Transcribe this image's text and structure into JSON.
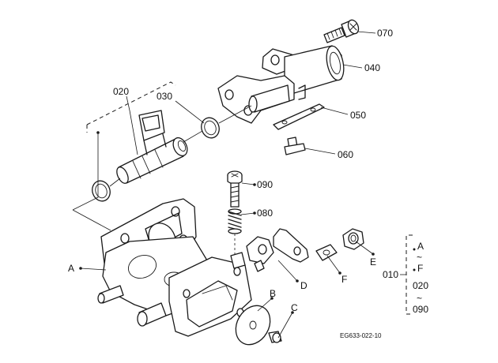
{
  "parts": {
    "p070": "070",
    "p040": "040",
    "p050": "050",
    "p060": "060",
    "p020": "020",
    "p030": "030",
    "p090": "090",
    "p080": "080",
    "pA": "A",
    "pB": "B",
    "pC": "C",
    "pD": "D",
    "pE": "E",
    "pF": "F",
    "p010": "010"
  },
  "group": {
    "line1": "A",
    "line2": "~",
    "line3": "F",
    "line4": "020",
    "line5": "~",
    "line6": "090"
  },
  "drawing_code": "EG633-022-10"
}
